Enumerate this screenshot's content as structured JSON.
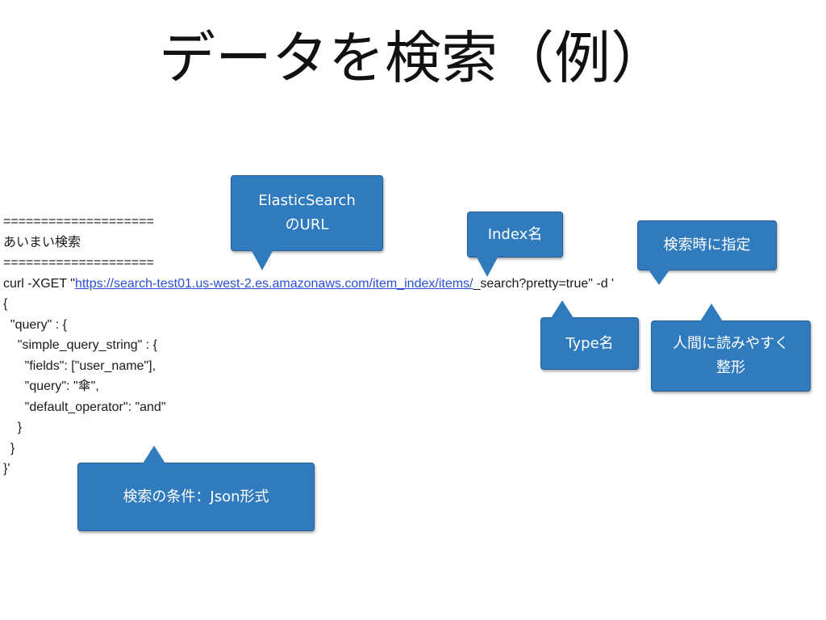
{
  "title": "データを検索（例）",
  "code": {
    "separator_top": "====================",
    "heading": "あいまい検索",
    "separator_bottom": "====================",
    "curl_prefix": "curl -XGET \"",
    "curl_url": "https://search-test01.us-west-2.es.amazonaws.com/item_index/items/",
    "curl_suffix": "_search?pretty=true\" -d '",
    "body_lines": [
      "{",
      "  \"query\" : {",
      "    \"simple_query_string\" : {",
      "      \"fields\": [\"user_name\"],",
      "      \"query\": \"傘\",",
      "      \"default_operator\": \"and\"",
      "    }",
      "  }",
      "}'"
    ]
  },
  "callouts": {
    "elasticsearch_url": [
      "ElasticSearch",
      "のURL"
    ],
    "index_name": "Index名",
    "search_time": "検索時に指定",
    "type_name": "Type名",
    "pretty": [
      "人間に読みやすく",
      "整形"
    ],
    "condition": "検索の条件：Json形式"
  },
  "colors": {
    "callout_bg": "#2f7bbd",
    "url_link": "#2a4fd8"
  }
}
